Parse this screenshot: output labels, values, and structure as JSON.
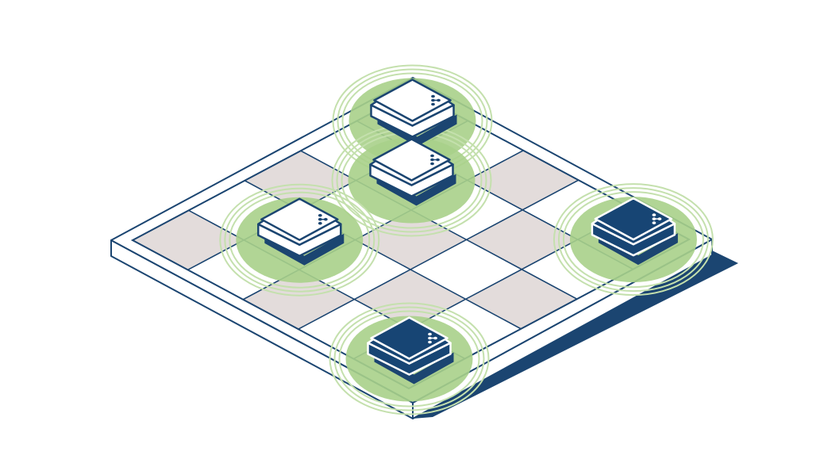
{
  "board": {
    "size": 5,
    "colors": {
      "outline": "#1b4571",
      "light_cell": "#ffffff",
      "dark_cell": "#e3dcdb",
      "shadow": "#1b4571",
      "glow": "#a9d08a",
      "glow_ring": "#c4e0ad"
    }
  },
  "pieces": [
    {
      "color": "white",
      "u": 0,
      "v": 0,
      "icon": "network-node-icon"
    },
    {
      "color": "white",
      "u": 1,
      "v": 1,
      "icon": "network-node-icon"
    },
    {
      "color": "white",
      "u": 1,
      "v": 3,
      "icon": "network-node-icon"
    },
    {
      "color": "navy",
      "u": 4,
      "v": 0,
      "icon": "network-node-icon"
    },
    {
      "color": "navy",
      "u": 4,
      "v": 4,
      "icon": "network-node-icon"
    }
  ],
  "piece_colors": {
    "white": "#ffffff",
    "navy": "#174574"
  }
}
